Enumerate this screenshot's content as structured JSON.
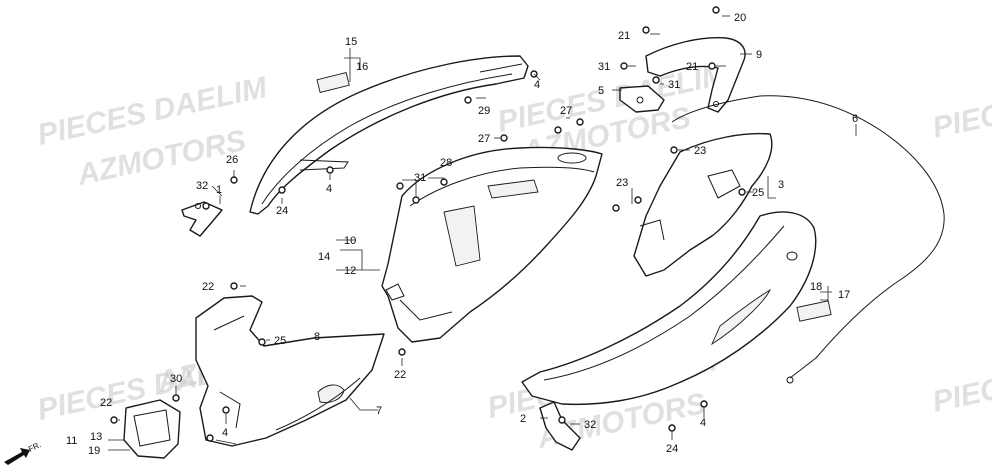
{
  "watermarks": {
    "line1": "PIECES DAELIM",
    "line2": "AZMOTORS",
    "edge": "PIECES"
  },
  "front_arrow_label": "FR.",
  "callouts": [
    {
      "id": "c1",
      "text": "1"
    },
    {
      "id": "c2",
      "text": "2"
    },
    {
      "id": "c3",
      "text": "3"
    },
    {
      "id": "c4a",
      "text": "4"
    },
    {
      "id": "c4b",
      "text": "4"
    },
    {
      "id": "c4c",
      "text": "4"
    },
    {
      "id": "c4d",
      "text": "4"
    },
    {
      "id": "c5",
      "text": "5"
    },
    {
      "id": "c6",
      "text": "6"
    },
    {
      "id": "c7",
      "text": "7"
    },
    {
      "id": "c8",
      "text": "8"
    },
    {
      "id": "c9",
      "text": "9"
    },
    {
      "id": "c10",
      "text": "10"
    },
    {
      "id": "c11",
      "text": "11"
    },
    {
      "id": "c12",
      "text": "12"
    },
    {
      "id": "c13",
      "text": "13"
    },
    {
      "id": "c14",
      "text": "14"
    },
    {
      "id": "c15",
      "text": "15"
    },
    {
      "id": "c16",
      "text": "16"
    },
    {
      "id": "c17",
      "text": "17"
    },
    {
      "id": "c18",
      "text": "18"
    },
    {
      "id": "c19",
      "text": "19"
    },
    {
      "id": "c20",
      "text": "20"
    },
    {
      "id": "c21a",
      "text": "21"
    },
    {
      "id": "c21b",
      "text": "21"
    },
    {
      "id": "c22a",
      "text": "22"
    },
    {
      "id": "c22b",
      "text": "22"
    },
    {
      "id": "c23a",
      "text": "23"
    },
    {
      "id": "c23b",
      "text": "23"
    },
    {
      "id": "c24a",
      "text": "24"
    },
    {
      "id": "c24b",
      "text": "24"
    },
    {
      "id": "c25a",
      "text": "25"
    },
    {
      "id": "c25b",
      "text": "25"
    },
    {
      "id": "c26",
      "text": "26"
    },
    {
      "id": "c27a",
      "text": "27"
    },
    {
      "id": "c27b",
      "text": "27"
    },
    {
      "id": "c28",
      "text": "28"
    },
    {
      "id": "c29",
      "text": "29"
    },
    {
      "id": "c30",
      "text": "30"
    },
    {
      "id": "c31a",
      "text": "31"
    },
    {
      "id": "c31b",
      "text": "31"
    },
    {
      "id": "c31c",
      "text": "31"
    },
    {
      "id": "c32a",
      "text": "32"
    },
    {
      "id": "c32b",
      "text": "32"
    }
  ]
}
